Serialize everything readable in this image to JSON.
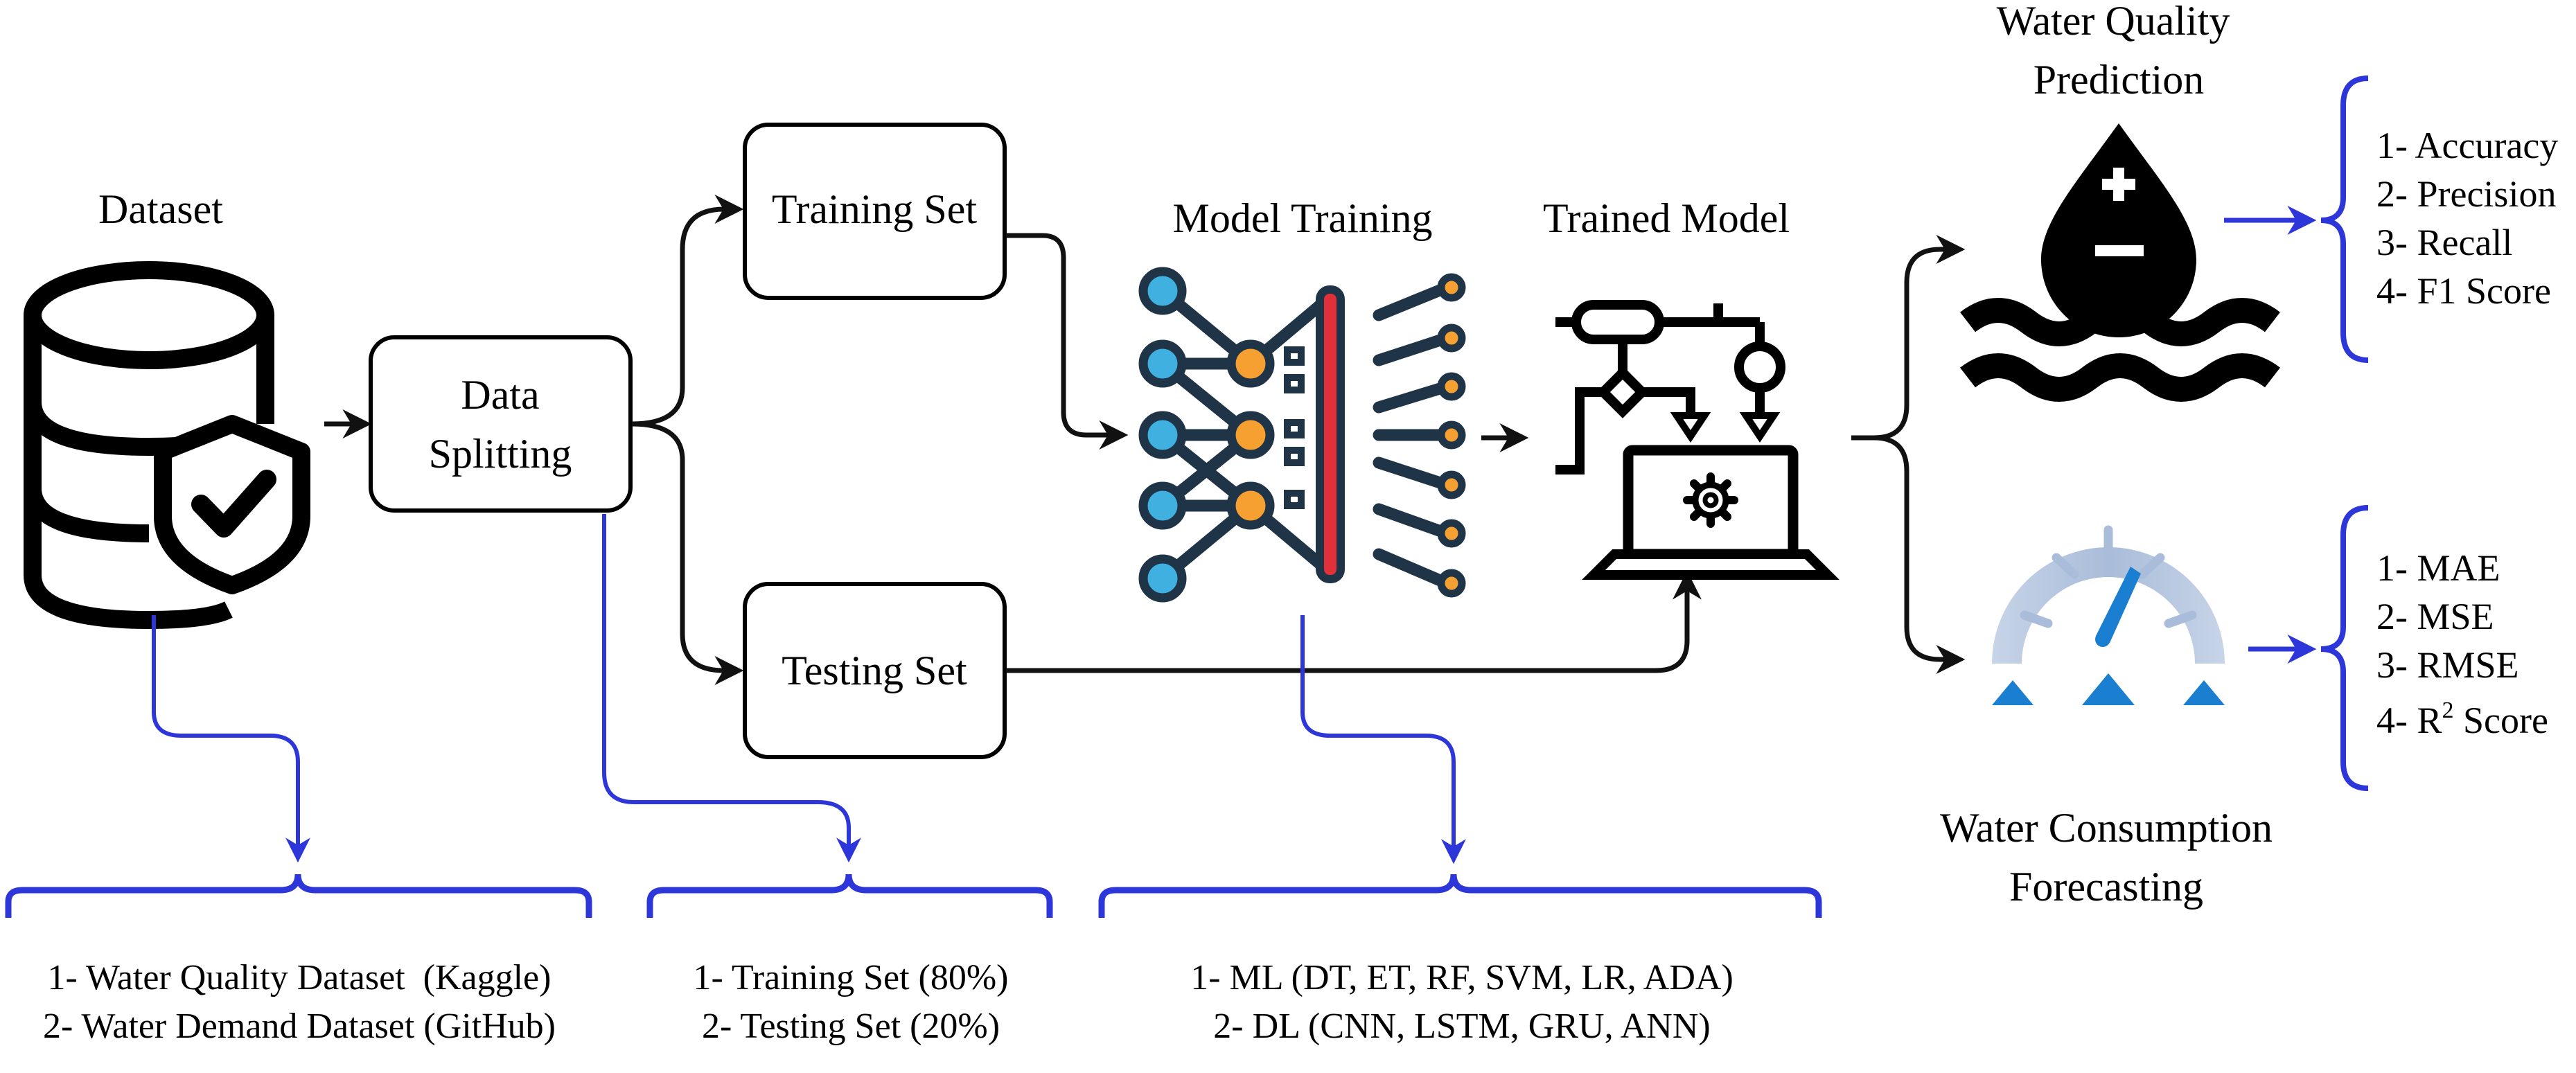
{
  "labels": {
    "dataset": "Dataset",
    "data_splitting_line1": "Data",
    "data_splitting_line2": "Splitting",
    "training_set": "Training Set",
    "testing_set": "Testing Set",
    "model_training": "Model Training",
    "trained_model": "Trained Model",
    "wq_prediction_line1": "Water Quality",
    "wq_prediction_line2": "Prediction",
    "wc_forecasting_line1": "Water Consumption",
    "wc_forecasting_line2": "Forecasting"
  },
  "classification_metrics": [
    "1- Accuracy",
    "2- Precision",
    "3- Recall",
    "4- F1 Score"
  ],
  "regression_metrics": {
    "m1": "1- MAE",
    "m2": "2- MSE",
    "m3": "3- RMSE",
    "m4_prefix": "4- R",
    "m4_sup": "2",
    "m4_suffix": " Score"
  },
  "datasets": [
    "1- Water Quality Dataset  (Kaggle)",
    "2- Water Demand Dataset (GitHub)"
  ],
  "split": [
    "1- Training Set (80%)",
    "2- Testing Set (20%)"
  ],
  "models": [
    "1- ML (DT, ET, RF, SVM, LR, ADA)",
    "2- DL (CNN, LSTM, GRU, ANN)"
  ],
  "icons": [
    "database-shield-icon",
    "neural-network-icon",
    "trained-model-icon",
    "water-drop-icon",
    "gauge-icon"
  ],
  "colors": {
    "accent_blue": "#2d36d8",
    "node_blue": "#3fb0df",
    "node_orange": "#f5a030",
    "bar_red": "#e0303a",
    "gauge_blue": "#1a7fd0"
  }
}
